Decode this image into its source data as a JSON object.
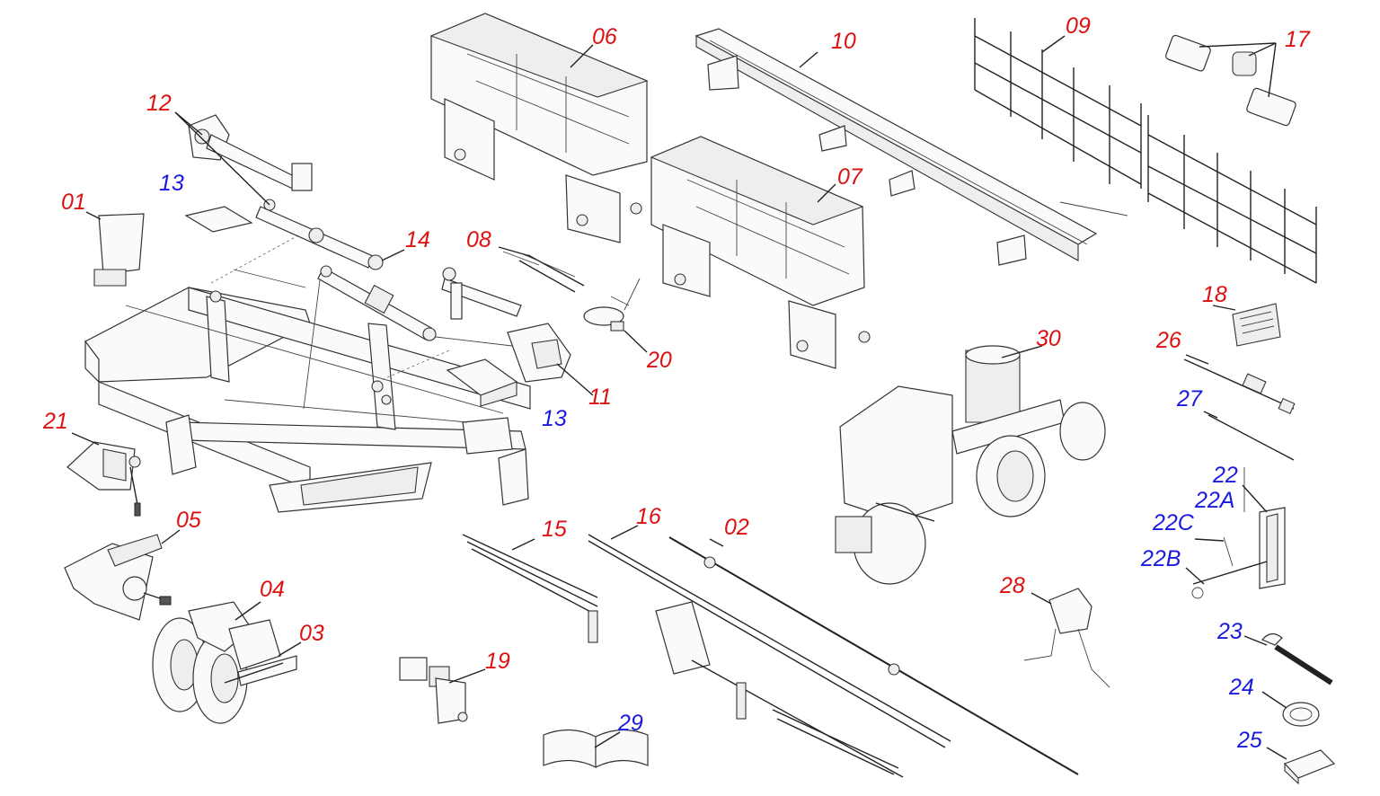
{
  "labels": [
    {
      "id": "01",
      "text": "01",
      "color": "red"
    },
    {
      "id": "02",
      "text": "02",
      "color": "red"
    },
    {
      "id": "03",
      "text": "03",
      "color": "red"
    },
    {
      "id": "04",
      "text": "04",
      "color": "red"
    },
    {
      "id": "05",
      "text": "05",
      "color": "red"
    },
    {
      "id": "06",
      "text": "06",
      "color": "red"
    },
    {
      "id": "07",
      "text": "07",
      "color": "red"
    },
    {
      "id": "08",
      "text": "08",
      "color": "red"
    },
    {
      "id": "09",
      "text": "09",
      "color": "red"
    },
    {
      "id": "10",
      "text": "10",
      "color": "red"
    },
    {
      "id": "11",
      "text": "11",
      "color": "red"
    },
    {
      "id": "12",
      "text": "12",
      "color": "red"
    },
    {
      "id": "13a",
      "text": "13",
      "color": "blue"
    },
    {
      "id": "13b",
      "text": "13",
      "color": "blue"
    },
    {
      "id": "14",
      "text": "14",
      "color": "red"
    },
    {
      "id": "15",
      "text": "15",
      "color": "red"
    },
    {
      "id": "16",
      "text": "16",
      "color": "red"
    },
    {
      "id": "17",
      "text": "17",
      "color": "red"
    },
    {
      "id": "18",
      "text": "18",
      "color": "red"
    },
    {
      "id": "19",
      "text": "19",
      "color": "red"
    },
    {
      "id": "20",
      "text": "20",
      "color": "red"
    },
    {
      "id": "21",
      "text": "21",
      "color": "red"
    },
    {
      "id": "22",
      "text": "22",
      "color": "blue"
    },
    {
      "id": "22A",
      "text": "22A",
      "color": "blue"
    },
    {
      "id": "22C",
      "text": "22C",
      "color": "blue"
    },
    {
      "id": "22B",
      "text": "22B",
      "color": "blue"
    },
    {
      "id": "23",
      "text": "23",
      "color": "blue"
    },
    {
      "id": "24",
      "text": "24",
      "color": "blue"
    },
    {
      "id": "25",
      "text": "25",
      "color": "blue"
    },
    {
      "id": "26",
      "text": "26",
      "color": "red"
    },
    {
      "id": "27",
      "text": "27",
      "color": "blue"
    },
    {
      "id": "28",
      "text": "28",
      "color": "red"
    },
    {
      "id": "29",
      "text": "29",
      "color": "blue"
    },
    {
      "id": "30",
      "text": "30",
      "color": "red"
    }
  ],
  "colors": {
    "red": "#dd1111",
    "blue": "#1a1adf",
    "line": "#222222"
  }
}
